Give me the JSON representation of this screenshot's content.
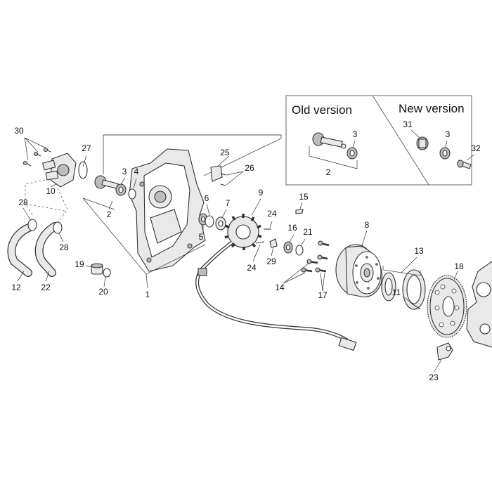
{
  "inset": {
    "old_label": "Old version",
    "new_label": "New version"
  },
  "callouts": {
    "c1": "1",
    "c2": "2",
    "c2b": "2",
    "c3": "3",
    "c3b": "3",
    "c3c": "3",
    "c4": "4",
    "c5": "5",
    "c6": "6",
    "c7": "7",
    "c8": "8",
    "c9": "9",
    "c10": "10",
    "c11": "11",
    "c12": "12",
    "c13": "13",
    "c14": "14",
    "c15": "15",
    "c16": "16",
    "c17": "17",
    "c18": "18",
    "c19": "19",
    "c20": "20",
    "c21": "21",
    "c22": "22",
    "c23": "23",
    "c24": "24",
    "c24b": "24",
    "c25": "25",
    "c26": "26",
    "c27": "27",
    "c28": "28",
    "c28b": "28",
    "c29": "29",
    "c30": "30",
    "c31": "31",
    "c32": "32"
  }
}
